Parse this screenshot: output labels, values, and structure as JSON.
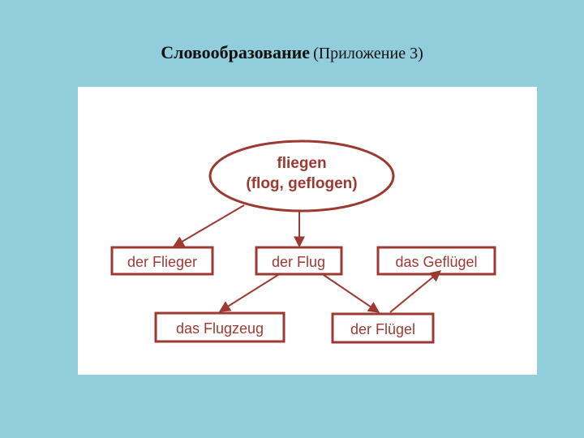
{
  "title": {
    "main": "Словообразование",
    "sub": "(Приложение 3)"
  },
  "diagram": {
    "root": {
      "line1": "fliegen",
      "line2": "(flog, geflogen)"
    },
    "nodes": {
      "flieger": "der Flieger",
      "flug": "der Flug",
      "gefluegel": "das Geflügel",
      "flugzeug": "das Flugzeug",
      "fluegel": "der Flügel"
    }
  },
  "colors": {
    "background": "#92cddc",
    "ink": "#9c3a32"
  }
}
